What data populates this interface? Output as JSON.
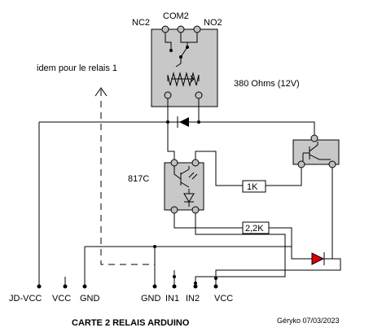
{
  "relay": {
    "nc_label": "NC2",
    "com_label": "COM2",
    "no_label": "NO2",
    "coil_label": "380 Ohms (12V)"
  },
  "note": "idem pour le relais 1",
  "optocoupler_label": "817C",
  "resistors": {
    "r1": "1K",
    "r2": "2,2K"
  },
  "connectors": [
    "JD-VCC",
    "VCC",
    "GND",
    "GND",
    "IN1",
    "IN2",
    "VCC"
  ],
  "title": "CARTE 2 RELAIS ARDUINO",
  "author": "Géryko 07/03/2023",
  "colors": {
    "block": "#c8c8c8",
    "led": "#dd0000",
    "wire": "#000000"
  }
}
